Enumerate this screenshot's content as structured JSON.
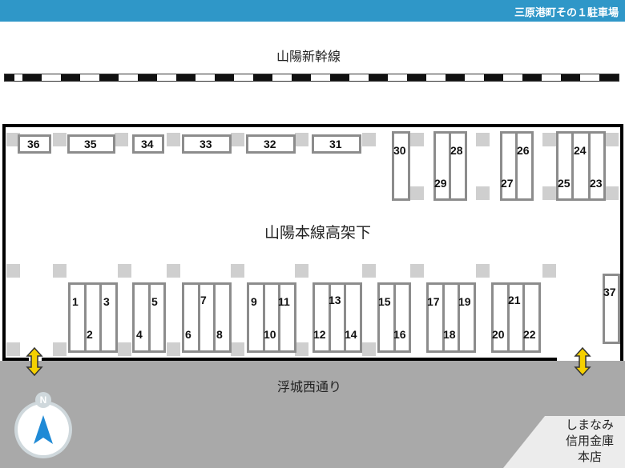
{
  "header": {
    "title": "三原港町その１駐車場"
  },
  "labels": {
    "shinkansen": "山陽新幹線",
    "main_line": "山陽本線高架下",
    "street": "浮城西通り",
    "bank": [
      "しまなみ",
      "信用金庫",
      "本店"
    ],
    "compass_n": "N"
  },
  "spaces": [
    "1",
    "2",
    "3",
    "4",
    "5",
    "6",
    "7",
    "8",
    "9",
    "10",
    "11",
    "12",
    "13",
    "14",
    "15",
    "16",
    "17",
    "18",
    "19",
    "20",
    "21",
    "22",
    "23",
    "24",
    "25",
    "26",
    "27",
    "28",
    "29",
    "30",
    "31",
    "32",
    "33",
    "34",
    "35",
    "36",
    "37"
  ],
  "colors": {
    "header": "#2f97c8",
    "road": "#a9a9a9",
    "arrow": "#f5d000",
    "compass": "#1f8ad6"
  }
}
